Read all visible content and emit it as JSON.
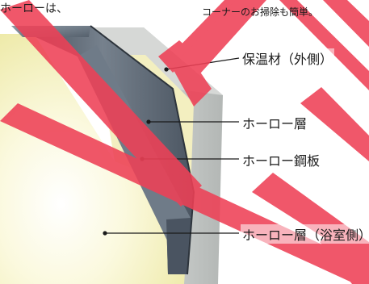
{
  "header": {
    "left_text": "ホーローは、",
    "right_text": "コーナーのお掃除も簡単。"
  },
  "diagram": {
    "labels": [
      {
        "id": "insulation",
        "text": "保温材（外側）"
      },
      {
        "id": "enamel_layer",
        "text": "ホーロー層"
      },
      {
        "id": "enamel_steel",
        "text": "ホーロー鋼板"
      },
      {
        "id": "enamel_layer_bath",
        "text": "ホーロー層（浴室側）"
      }
    ]
  },
  "colors": {
    "watermark": "#ee4056",
    "inner_wall": "#f7f5c8",
    "steel": "#5d6a78",
    "insulation": "#bfc2c0"
  }
}
